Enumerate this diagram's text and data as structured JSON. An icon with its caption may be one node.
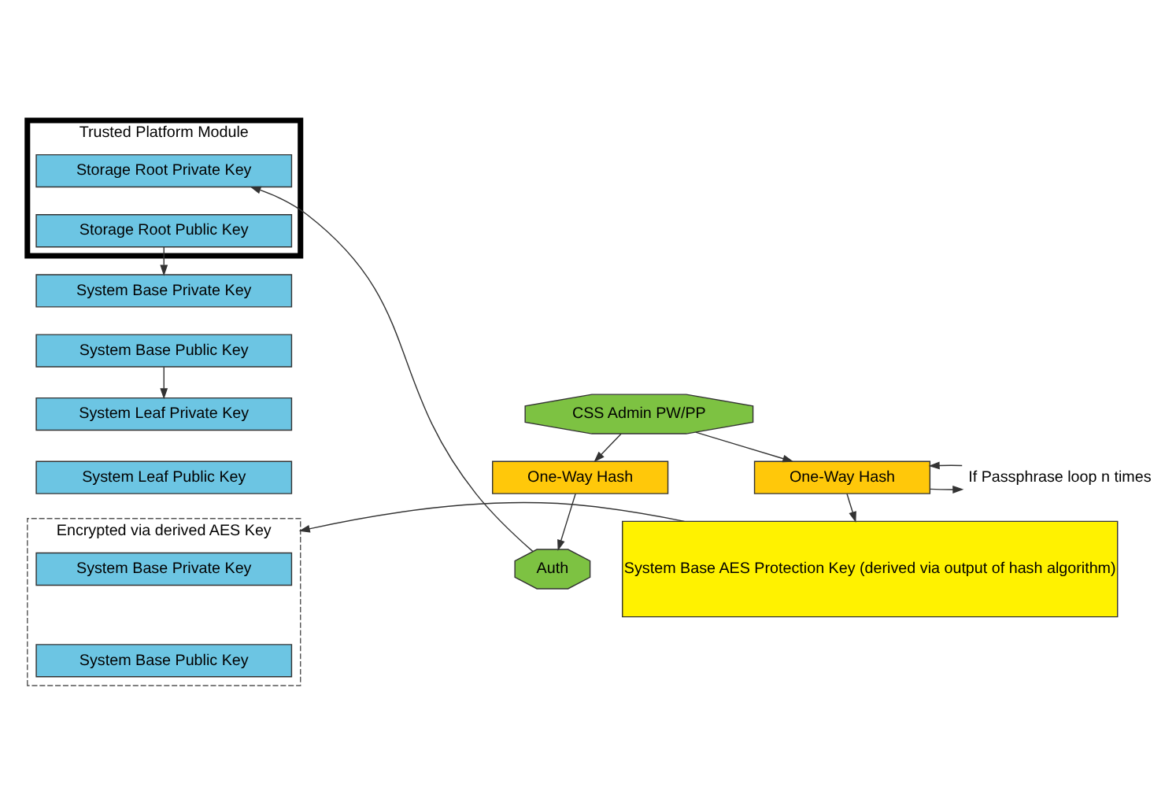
{
  "diagram": {
    "nodes": [
      {
        "text": [
          "Trusted Platform Module"
        ]
      },
      {
        "text": [
          "Storage Root Private Key"
        ],
        "in": 0
      },
      {
        "text": [
          "Storage Root Public Key"
        ],
        "in": 0
      },
      {
        "text": [
          "System Base Private Key"
        ]
      },
      {
        "text": [
          "System Base Public Key"
        ]
      },
      {
        "text": [
          "System Leaf Private Key"
        ]
      },
      {
        "text": [
          "System Leaf Public Key"
        ]
      },
      {
        "text": [
          "Auth"
        ]
      },
      {
        "text": [
          "One-Way Hash"
        ]
      },
      {
        "text": [
          "CSS Admin PW/PP"
        ]
      },
      {
        "text": [
          "One-Way Hash"
        ]
      },
      {
        "text": [
          "If Passphrase loop n times"
        ]
      },
      {
        "text": [
          "System Base AES Protection Key (derived via output of hash algorithm)"
        ]
      },
      {
        "text": [
          "Encrypted via derived AES Key"
        ]
      },
      {
        "text": [
          "System Base Private Key"
        ],
        "in": 13
      },
      {
        "text": [
          "System Base Public Key"
        ],
        "in": 13
      }
    ],
    "edges": [
      {
        "from": 7,
        "to": 1,
        "arrow": "to"
      },
      {
        "from": 2,
        "to": 3,
        "arrow": "to"
      },
      {
        "from": 4,
        "to": 5,
        "arrow": "to"
      },
      {
        "from": 9,
        "to": 8,
        "arrow": "to"
      },
      {
        "from": 8,
        "to": 7,
        "arrow": "to"
      },
      {
        "from": 9,
        "to": 10,
        "arrow": "to"
      },
      {
        "from": 10,
        "to": 11,
        "arrow": "to"
      },
      {
        "from": 11,
        "to": 10,
        "arrow": "to"
      },
      {
        "from": 10,
        "to": 12,
        "arrow": "to"
      },
      {
        "from": 12,
        "to": 13,
        "arrow": "to"
      }
    ]
  }
}
